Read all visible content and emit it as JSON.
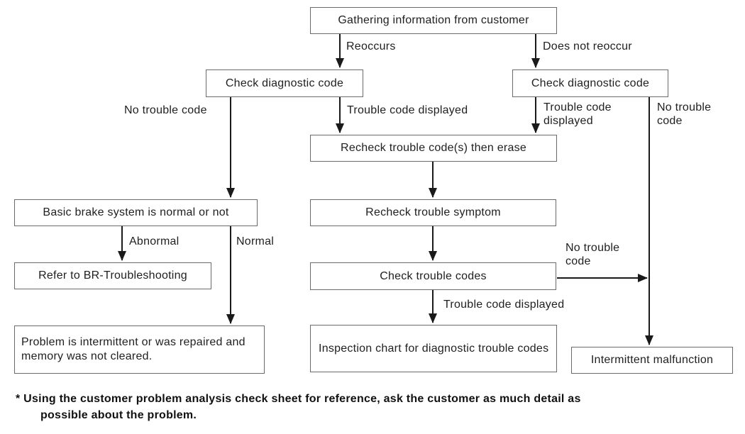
{
  "diagram": {
    "nodes": {
      "gathering": "Gathering information from customer",
      "check_diag_left": "Check diagnostic code",
      "check_diag_right": "Check diagnostic code",
      "recheck_erase": "Recheck trouble code(s) then erase",
      "recheck_symptom": "Recheck trouble symptom",
      "check_codes": "Check trouble codes",
      "inspection_chart": "Inspection chart for diagnostic trouble codes",
      "basic_brake": "Basic brake system is normal or not",
      "refer_br": "Refer to BR-Troubleshooting",
      "problem_intermittent": "Problem is intermittent or was repaired and memory was not cleared.",
      "intermittent_malfunction": "Intermittent malfunction"
    },
    "edge_labels": {
      "reoccurs": "Reoccurs",
      "does_not_reoccur": "Does not reoccur",
      "no_trouble_code_left": "No trouble code",
      "trouble_code_displayed_left": "Trouble code displayed",
      "trouble_code_displayed_right": "Trouble code displayed",
      "no_trouble_code_right": "No trouble code",
      "abnormal": "Abnormal",
      "normal": "Normal",
      "no_trouble_code_mid": "No trouble code",
      "trouble_code_displayed_bottom": "Trouble code displayed"
    },
    "footnote": {
      "line1": "* Using the customer problem analysis check sheet for reference, ask the customer as much detail as",
      "line2": "possible about the problem."
    },
    "colors": {
      "line": "#1a1a1a",
      "box_border": "#6a6a6a",
      "text": "#1f1f1f",
      "background": "#ffffff"
    }
  }
}
